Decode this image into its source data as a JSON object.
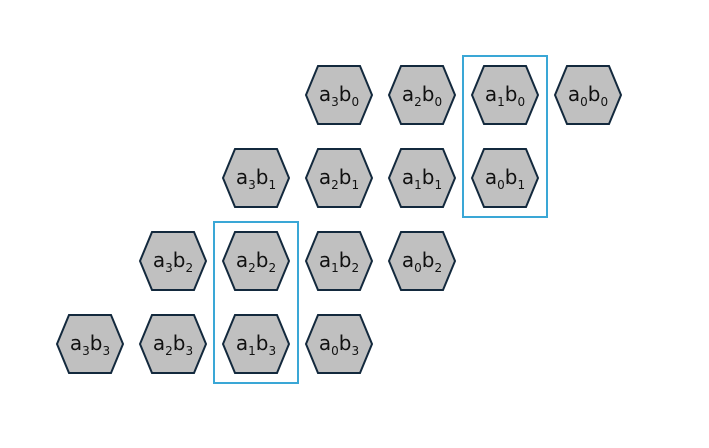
{
  "colors": {
    "hex_fill": "#c0c0c0",
    "hex_stroke": "#13293d",
    "highlight_stroke": "#3aa7d6",
    "text": "#111111"
  },
  "diagram": {
    "rows": [
      {
        "row": 0,
        "cells": [
          {
            "a": "3",
            "b": "0"
          },
          {
            "a": "2",
            "b": "0"
          },
          {
            "a": "1",
            "b": "0"
          },
          {
            "a": "0",
            "b": "0"
          }
        ]
      },
      {
        "row": 1,
        "cells": [
          {
            "a": "3",
            "b": "1"
          },
          {
            "a": "2",
            "b": "1"
          },
          {
            "a": "1",
            "b": "1"
          },
          {
            "a": "0",
            "b": "1"
          }
        ]
      },
      {
        "row": 2,
        "cells": [
          {
            "a": "3",
            "b": "2"
          },
          {
            "a": "2",
            "b": "2"
          },
          {
            "a": "1",
            "b": "2"
          },
          {
            "a": "0",
            "b": "2"
          }
        ]
      },
      {
        "row": 3,
        "cells": [
          {
            "a": "3",
            "b": "3"
          },
          {
            "a": "2",
            "b": "3"
          },
          {
            "a": "1",
            "b": "3"
          },
          {
            "a": "0",
            "b": "3"
          }
        ]
      }
    ],
    "highlight_groups": [
      {
        "members": [
          "a1b0",
          "a0b1"
        ]
      },
      {
        "members": [
          "a2b2",
          "a1b3"
        ]
      }
    ]
  }
}
